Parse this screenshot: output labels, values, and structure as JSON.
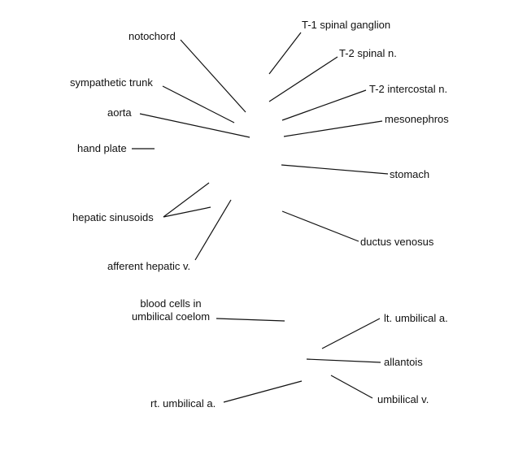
{
  "labels": {
    "notochord": "notochord",
    "t1_spinal_ganglion": "T-1 spinal ganglion",
    "t2_spinal_n": "T-2 spinal n.",
    "sympathetic_trunk": "sympathetic trunk",
    "t2_intercostal_n": "T-2 intercostal n.",
    "aorta": "aorta",
    "mesonephros": "mesonephros",
    "hand_plate": "hand plate",
    "stomach": "stomach",
    "hepatic_sinusoids": "hepatic sinusoids",
    "ductus_venosus": "ductus venosus",
    "afferent_hepatic_v": "afferent hepatic v.",
    "blood_cells_line1": "blood cells in",
    "blood_cells_line2": "umbilical coelom",
    "lt_umbilical_a": "lt. umbilical a.",
    "allantois": "allantois",
    "umbilical_v": "umbilical v.",
    "rt_umbilical_a": "rt. umbilical a."
  }
}
